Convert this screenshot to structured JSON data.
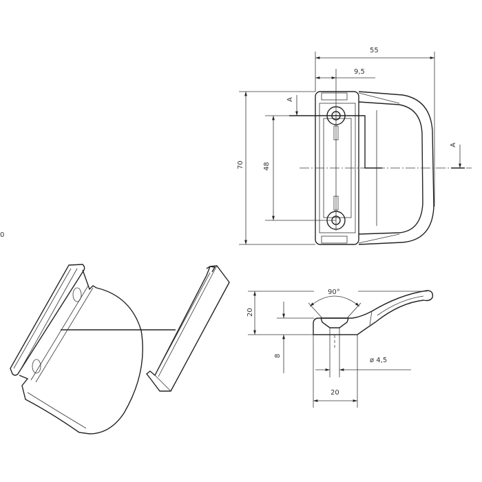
{
  "drawing": {
    "front_view": {
      "dim_width": "55",
      "dim_hole_offset": "9,5",
      "dim_height": "70",
      "dim_hole_spacing": "48",
      "section_label_1": "A",
      "section_label_2": "A"
    },
    "side_view": {
      "dim_angle": "90°",
      "dim_height": "20",
      "dim_depth": "8",
      "dim_hole_diameter": "ø 4,5",
      "dim_base_width": "20"
    },
    "edge_text": "0",
    "line_color": "#222222"
  }
}
